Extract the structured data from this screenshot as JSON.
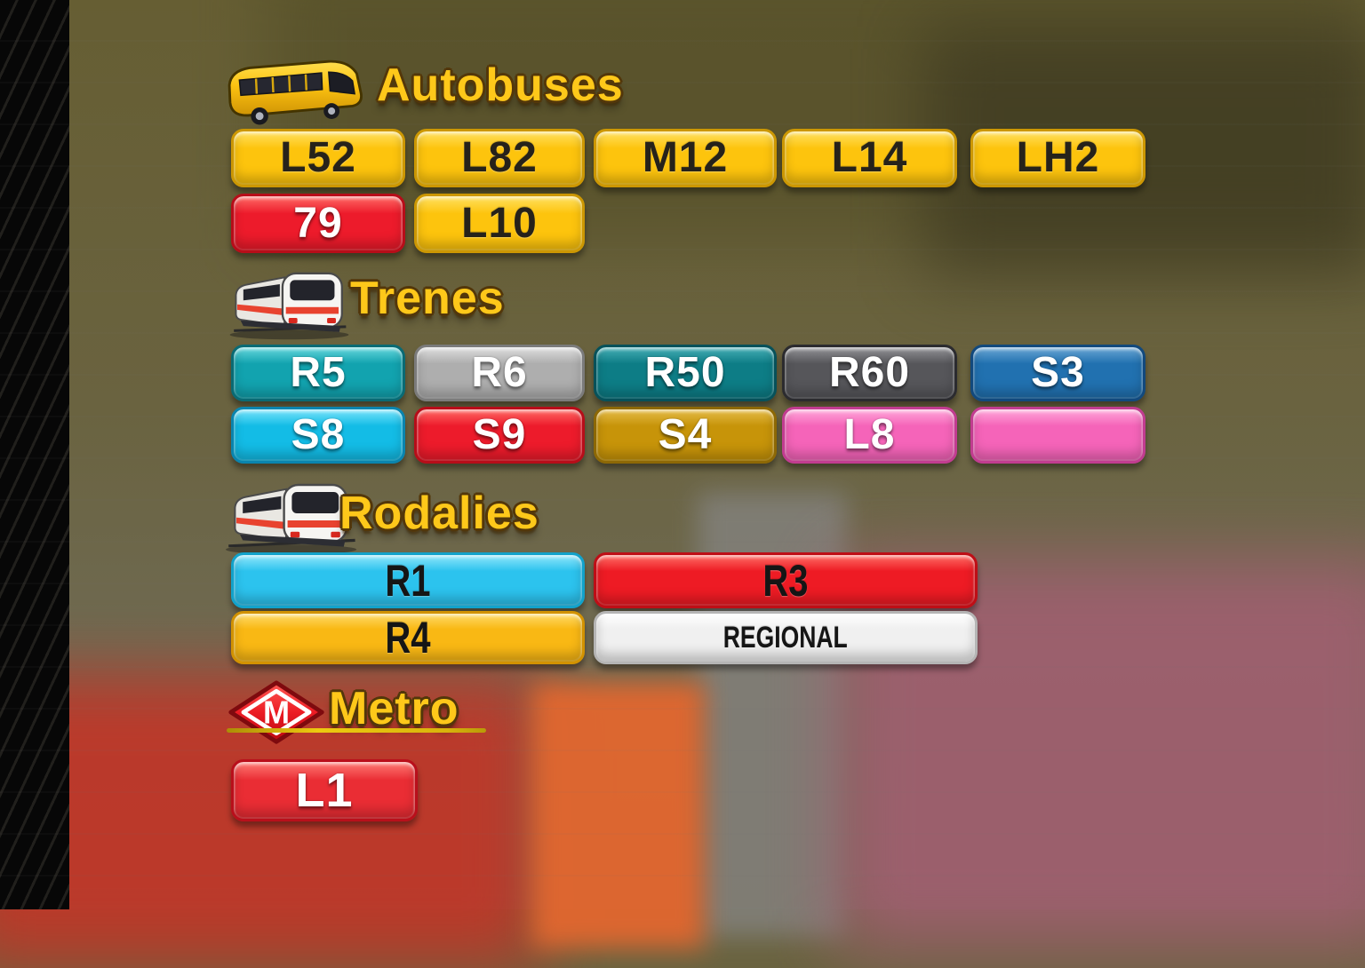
{
  "palette": {
    "bus_yellow": {
      "face": "#fdc40d",
      "hi": "#ffe162",
      "rim": "#cc9703",
      "text": "#26221a"
    },
    "red": {
      "face": "#ed1b2b",
      "hi": "#ff6b66",
      "rim": "#b70d19",
      "text": "#ffffff"
    },
    "teal": {
      "face": "#12a3af",
      "hi": "#66d7dd",
      "rim": "#0a6a74",
      "text": "#ffffff"
    },
    "silver": {
      "face": "#aeaeae",
      "hi": "#dedede",
      "rim": "#7b7b7b",
      "text": "#ffffff"
    },
    "dark_teal": {
      "face": "#0d7d86",
      "hi": "#46aeb5",
      "rim": "#07515a",
      "text": "#ffffff"
    },
    "dark_gray": {
      "face": "#56565a",
      "hi": "#929296",
      "rim": "#2b2b2f",
      "text": "#ffffff"
    },
    "blue": {
      "face": "#2171b0",
      "hi": "#6aa6d4",
      "rim": "#12497d",
      "text": "#ffffff"
    },
    "cyan": {
      "face": "#13bce6",
      "hi": "#7ae4fb",
      "rim": "#0a84ae",
      "text": "#ffffff"
    },
    "mustard": {
      "face": "#c79409",
      "hi": "#e5bc49",
      "rim": "#8d6805",
      "text": "#ffffff"
    },
    "pink": {
      "face": "#f564b9",
      "hi": "#ffa8da",
      "rim": "#c13c90",
      "text": "#ffffff"
    },
    "rod_cyan": {
      "face": "#2cc3ee",
      "hi": "#90e6fb",
      "rim": "#12a2ca",
      "text": "#151515"
    },
    "rod_red": {
      "face": "#ee1b24",
      "hi": "#ff6e66",
      "rim": "#be0e16",
      "text": "#151515"
    },
    "rod_yellow": {
      "face": "#f9b814",
      "hi": "#ffdc6b",
      "rim": "#d29200",
      "text": "#151515"
    },
    "white": {
      "face": "#f0f0f0",
      "hi": "#ffffff",
      "rim": "#b5b5b5",
      "text": "#151515"
    },
    "metro_red": {
      "face": "#ea2d34",
      "hi": "#ff7a74",
      "rim": "#b90f1b",
      "text": "#ffffff"
    }
  },
  "background": {
    "base": "#6a6340",
    "left_edge": "#070707",
    "olive_top": "#57512a",
    "dark_olive": "#3c3820",
    "gray_band": "#807e76",
    "mauve_smudge": "#a05f70",
    "red_smudge": "#c33527",
    "orange_smudge": "#e2672f"
  },
  "sections": {
    "autobuses": {
      "title": "Autobuses",
      "icon": "bus-icon",
      "rows": [
        {
          "buttons": [
            {
              "label": "L52",
              "color": "bus_yellow"
            },
            {
              "label": "L82",
              "color": "bus_yellow"
            },
            {
              "label": "M12",
              "color": "bus_yellow"
            },
            {
              "label": "L14",
              "color": "bus_yellow"
            },
            {
              "label": "LH2",
              "color": "bus_yellow"
            }
          ]
        },
        {
          "buttons": [
            {
              "label": "79",
              "color": "red"
            },
            {
              "label": "L10",
              "color": "bus_yellow"
            }
          ]
        }
      ]
    },
    "trenes": {
      "title": "Trenes",
      "icon": "train-icon",
      "rows": [
        {
          "buttons": [
            {
              "label": "R5",
              "color": "teal"
            },
            {
              "label": "R6",
              "color": "silver"
            },
            {
              "label": "R50",
              "color": "dark_teal"
            },
            {
              "label": "R60",
              "color": "dark_gray"
            },
            {
              "label": "S3",
              "color": "blue"
            }
          ]
        },
        {
          "buttons": [
            {
              "label": "S8",
              "color": "cyan"
            },
            {
              "label": "S9",
              "color": "red"
            },
            {
              "label": "S4",
              "color": "mustard"
            },
            {
              "label": "L8",
              "color": "pink"
            },
            {
              "label": "",
              "color": "pink"
            }
          ]
        }
      ]
    },
    "rodalies": {
      "title": "Rodalies",
      "icon": "train-icon",
      "rows": [
        {
          "buttons": [
            {
              "label": "R1",
              "color": "rod_cyan"
            },
            {
              "label": "R3",
              "color": "rod_red"
            }
          ]
        },
        {
          "buttons": [
            {
              "label": "R4",
              "color": "rod_yellow"
            },
            {
              "label": "REGIONAL",
              "color": "white"
            }
          ]
        }
      ]
    },
    "metro": {
      "title": "Metro",
      "icon": "metro-logo-icon",
      "logo_letter": "M",
      "rows": [
        {
          "buttons": [
            {
              "label": "L1",
              "color": "metro_red"
            }
          ]
        }
      ]
    }
  }
}
